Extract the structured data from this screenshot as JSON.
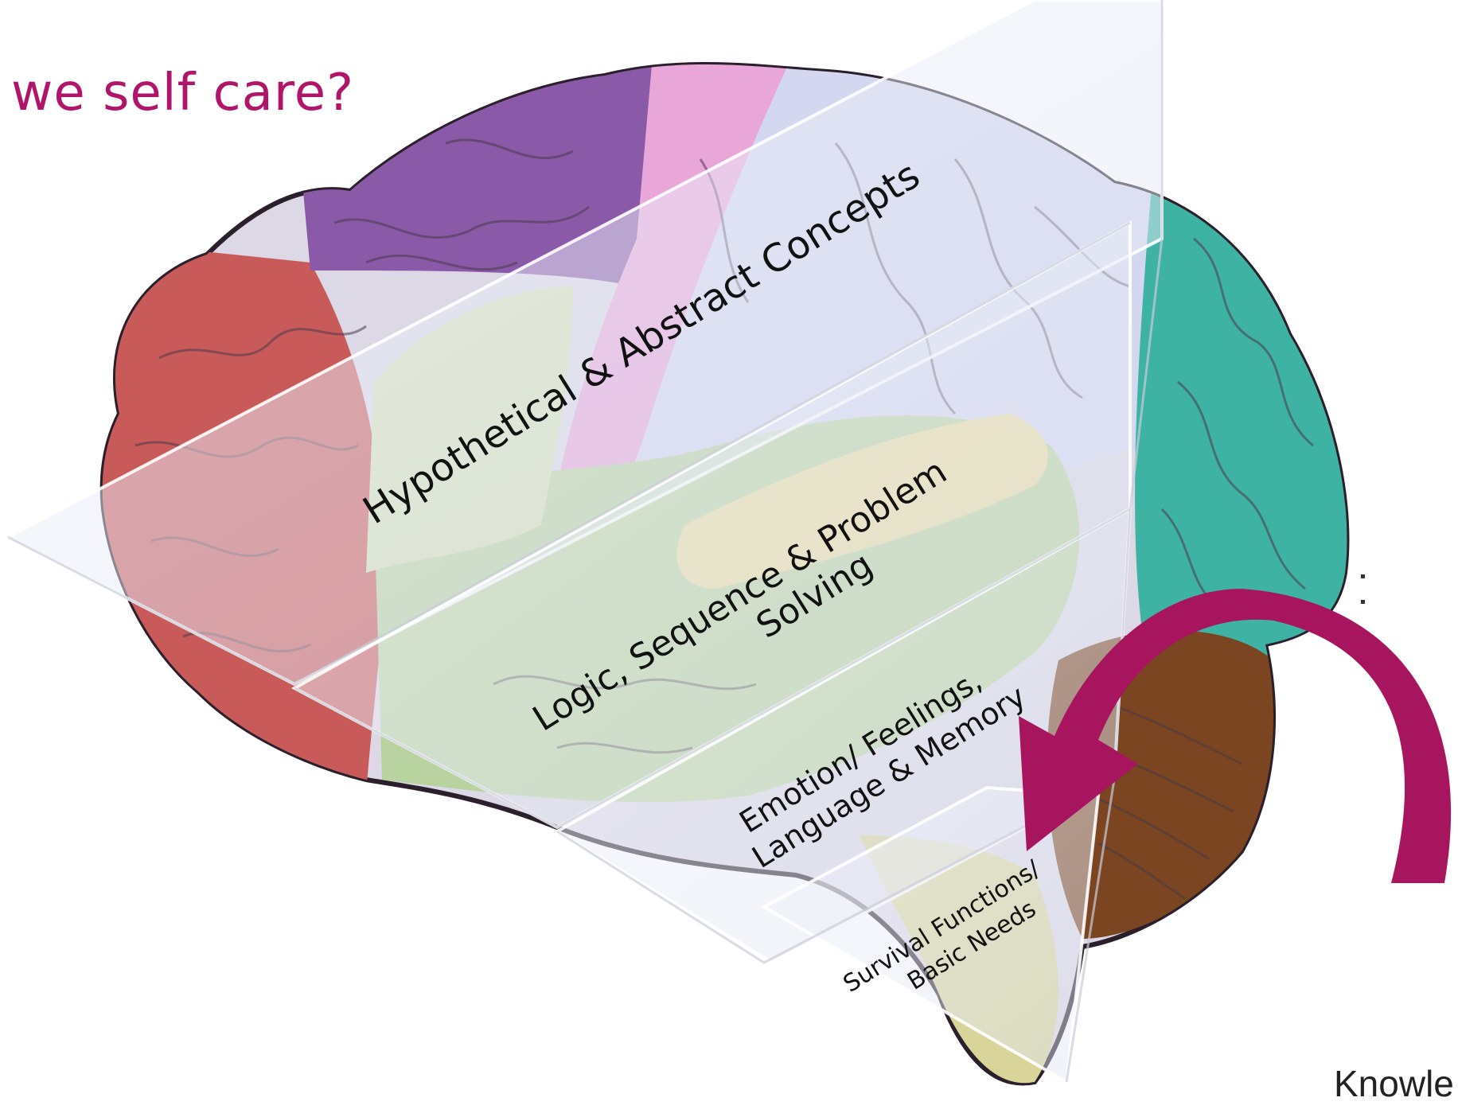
{
  "slide": {
    "title": "we self care?",
    "corner_text": "Knowle"
  },
  "diagram": {
    "layers": [
      {
        "lines": [
          "Hypothetical & Abstract Concepts"
        ]
      },
      {
        "lines": [
          "Logic, Sequence & Problem",
          "Solving"
        ]
      },
      {
        "lines": [
          "Emotion/ Feelings,",
          "Language & Memory"
        ]
      },
      {
        "lines": [
          "Survival Functions/",
          "Basic Needs"
        ]
      }
    ],
    "colors": {
      "title": "#b0156a",
      "arrow": "#a8155f",
      "frontal": "#c85a5a",
      "parietal_purple": "#8a5aa8",
      "pink": "#e9a6d9",
      "occipital": "#3fb3a3",
      "cerebellum": "#7a4520",
      "brainstem": "#d8d49a",
      "temporal": "#e8dca0",
      "green": "#b9d3a0"
    }
  }
}
